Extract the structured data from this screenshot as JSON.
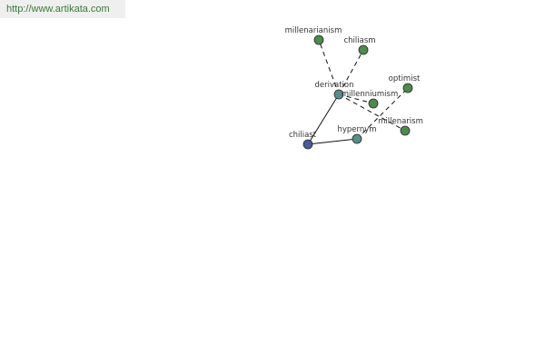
{
  "watermark": {
    "url": "http://www.artikata.com"
  },
  "colors": {
    "center": "#4a5a98",
    "relation": "#5a8c8a",
    "leaf": "#4e8a4e"
  },
  "graph": {
    "nodes": [
      {
        "id": "chiliast",
        "label": "chiliast",
        "kind": "center"
      },
      {
        "id": "derivation",
        "label": "derivation",
        "kind": "relation"
      },
      {
        "id": "hypernym",
        "label": "hypernym",
        "kind": "relation"
      },
      {
        "id": "millenarianism",
        "label": "millenarianism",
        "kind": "leaf"
      },
      {
        "id": "chiliasm",
        "label": "chiliasm",
        "kind": "leaf"
      },
      {
        "id": "millenniumism",
        "label": "millenniumism",
        "kind": "leaf"
      },
      {
        "id": "millenarism",
        "label": "millenarism",
        "kind": "leaf"
      },
      {
        "id": "optimist",
        "label": "optimist",
        "kind": "leaf"
      }
    ],
    "edges": [
      {
        "from": "chiliast",
        "to": "derivation",
        "style": "solid"
      },
      {
        "from": "chiliast",
        "to": "hypernym",
        "style": "solid"
      },
      {
        "from": "derivation",
        "to": "millenarianism",
        "style": "dashed"
      },
      {
        "from": "derivation",
        "to": "chiliasm",
        "style": "dashed"
      },
      {
        "from": "derivation",
        "to": "millenniumism",
        "style": "dashed"
      },
      {
        "from": "derivation",
        "to": "millenarism",
        "style": "dashed"
      },
      {
        "from": "hypernym",
        "to": "optimist",
        "style": "dashed"
      }
    ]
  }
}
